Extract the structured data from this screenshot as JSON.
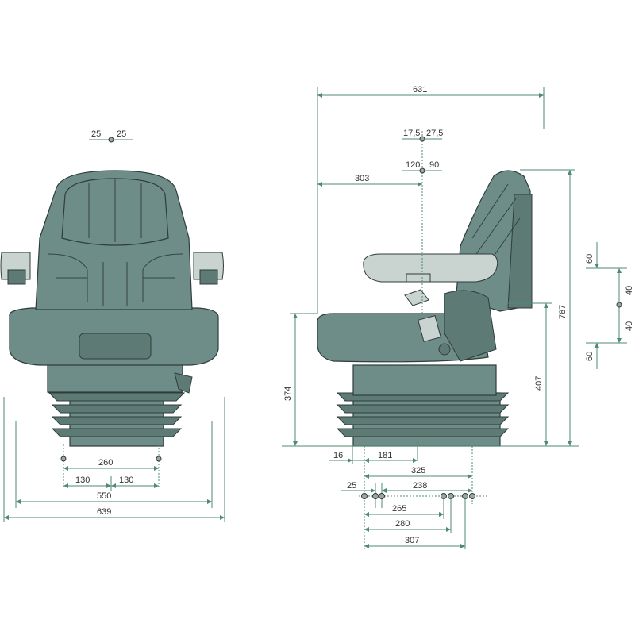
{
  "front_view": {
    "top_offsets": [
      "25",
      "25"
    ],
    "bolt_spacing": "260",
    "half_spacings": [
      "130",
      "130"
    ],
    "base_width": "550",
    "overall_width": "639"
  },
  "side_view": {
    "overall_depth": "631",
    "top_offsets_1": [
      "17,5",
      "27,5"
    ],
    "top_offsets_2": [
      "120",
      "90"
    ],
    "backrest_offset": "303",
    "seat_height_min": "374",
    "seat_height_max": "407",
    "overall_height": "787",
    "right_offsets": [
      "60",
      "40",
      "40",
      "60"
    ],
    "offset_16": "16",
    "offset_181": "181",
    "bolt_325": "325",
    "offset_25": "25",
    "bolt_238": "238",
    "bolt_265": "265",
    "bolt_280": "280",
    "bolt_307": "307"
  },
  "colors": {
    "dimension_line": "#4e8a74",
    "seat": "#6f8d88"
  }
}
